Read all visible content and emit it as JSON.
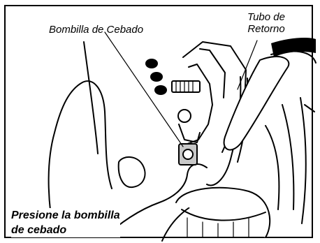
{
  "labels": {
    "primer_bulb": "Bombilla de Cebado",
    "return_tube_line1": "Tubo de",
    "return_tube_line2": "Retorno"
  },
  "instruction": {
    "line1": "Presione la bombilla",
    "line2": "de cebado"
  },
  "colors": {
    "ink": "#000000",
    "paper": "#ffffff",
    "highlight": "#c8c8c8"
  }
}
